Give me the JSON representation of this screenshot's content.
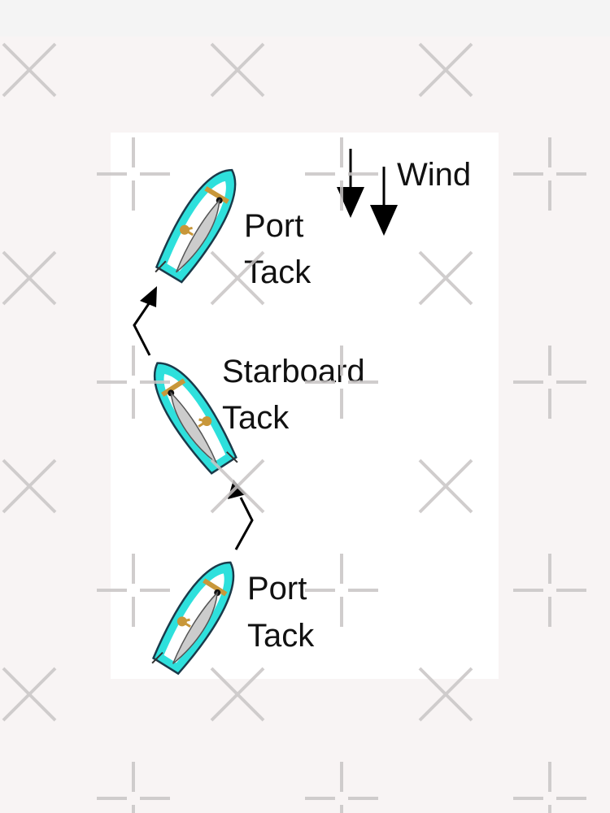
{
  "diagram": {
    "wind_label": "Wind",
    "labels": [
      {
        "line1": "Port",
        "line2": "Tack"
      },
      {
        "line1": "Starboard",
        "line2": "Tack"
      },
      {
        "line1": "Port",
        "line2": "Tack"
      }
    ],
    "colors": {
      "hull": "#2ee0dc",
      "deck": "#ffffff",
      "sail": "#cccccc",
      "fittings": "#c8973a",
      "arrow": "#000000",
      "watermark": "#c8c4c4"
    }
  }
}
